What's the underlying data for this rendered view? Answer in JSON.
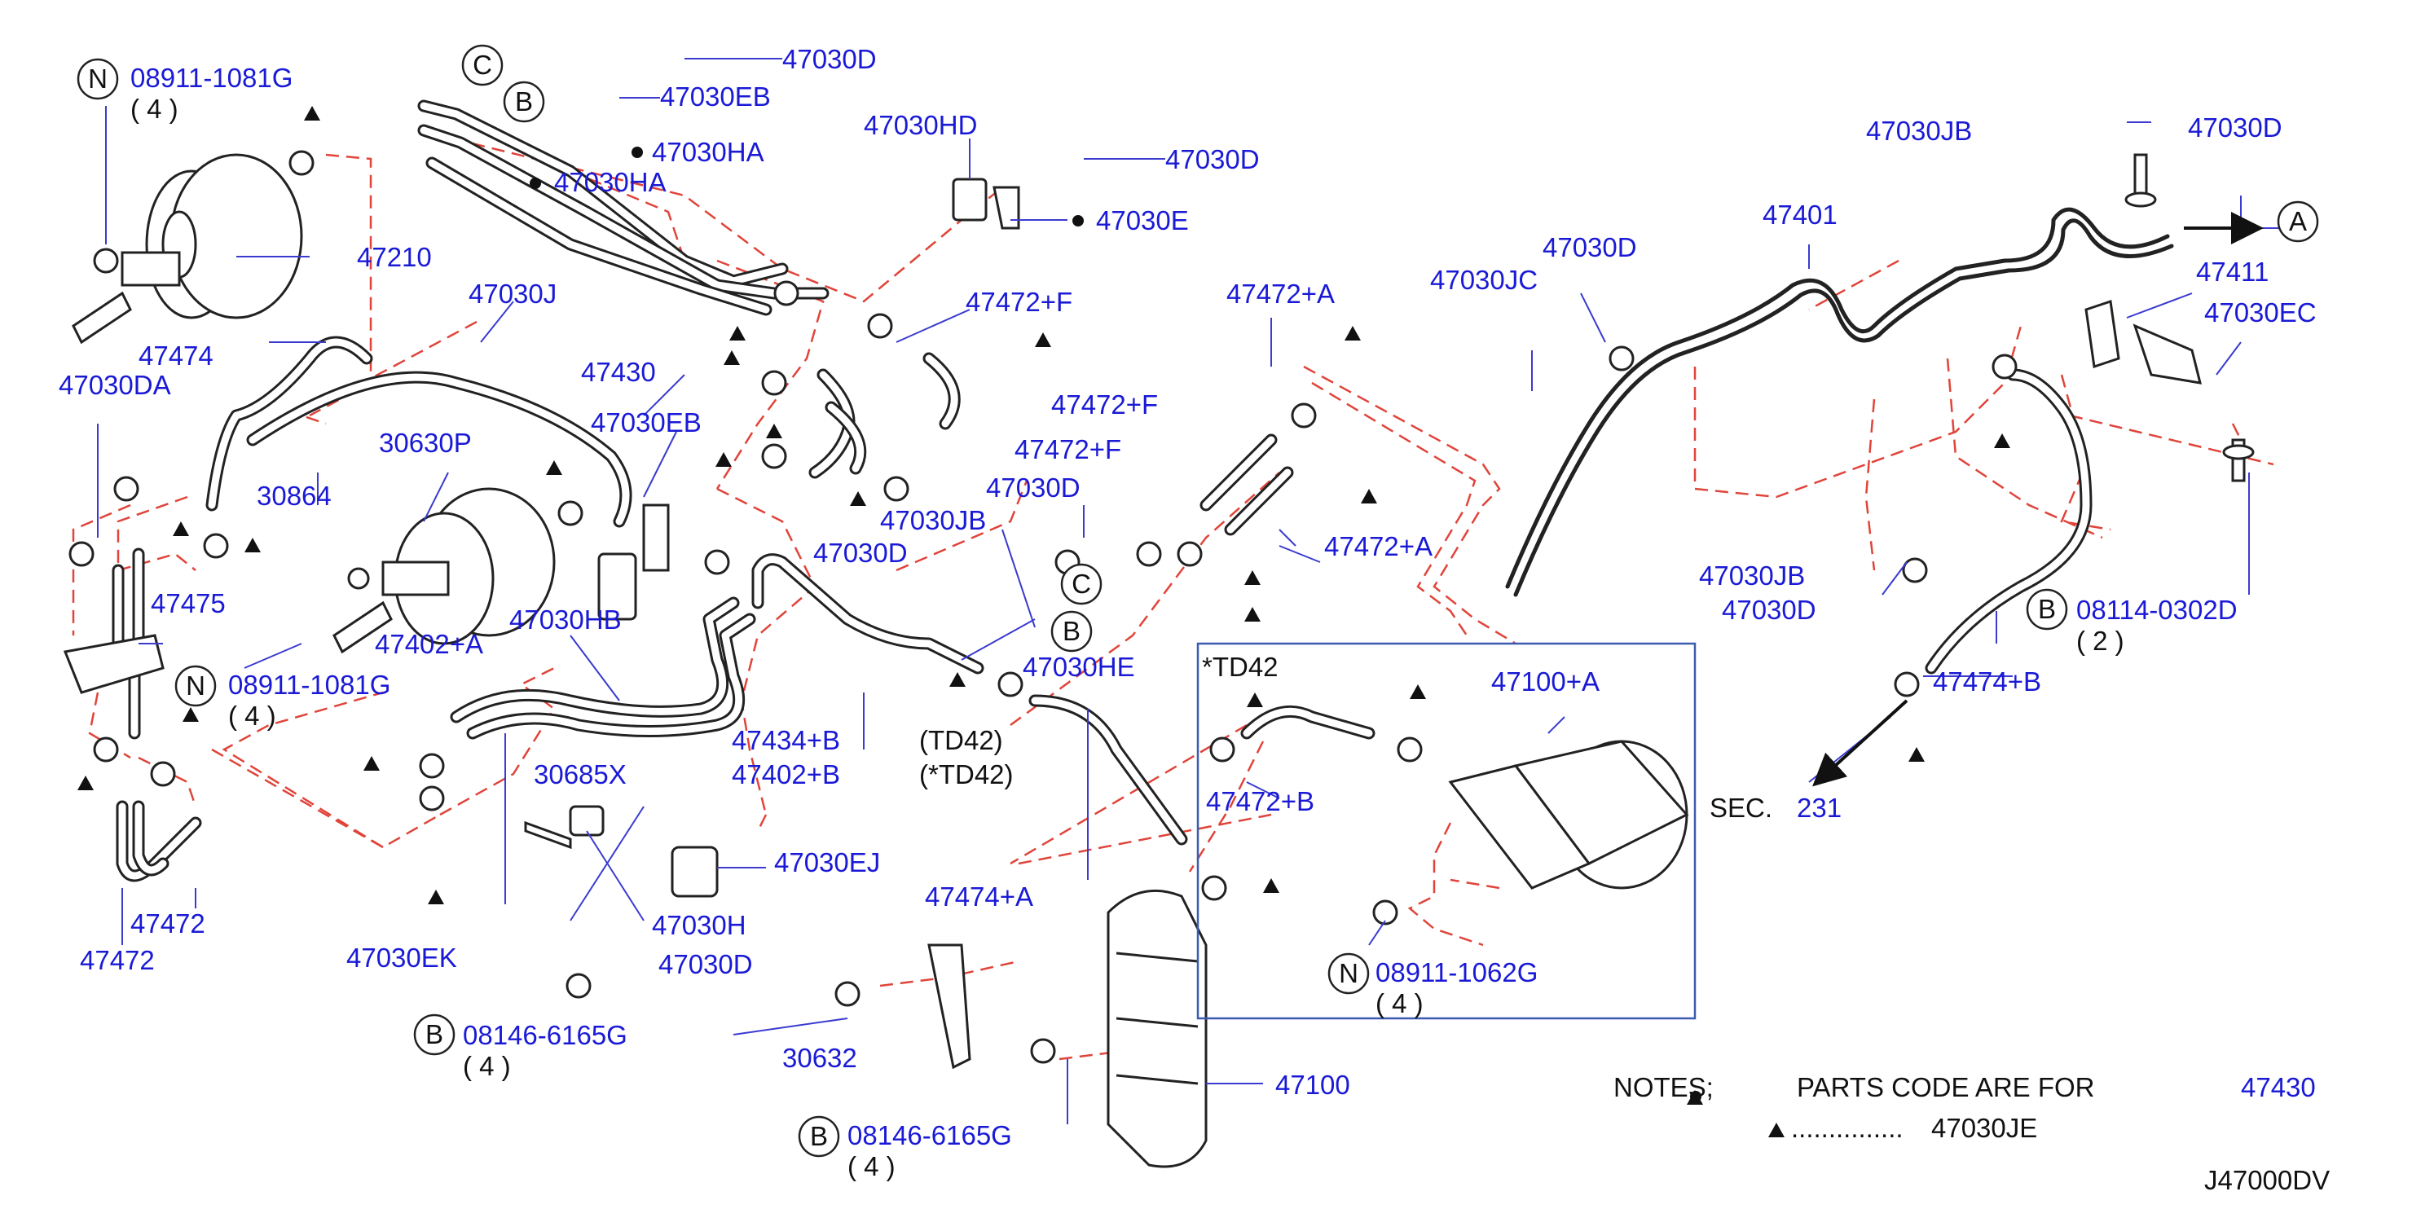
{
  "diagram_id": "J47000DV",
  "notes": {
    "heading": "NOTES;",
    "line1_text": "PARTS CODE ARE FOR",
    "line1_part": "47430",
    "line2_dots": "...............",
    "line2_part": "47030JE"
  },
  "inset_label": "*TD42",
  "section_ref": {
    "text": "SEC.",
    "number": "231"
  },
  "callouts": {
    "C": "C",
    "B": "B",
    "N": "N",
    "A": "A"
  },
  "quantities": {
    "q4": "( 4 )",
    "q2": "( 2 )"
  },
  "variant_labels": {
    "td42": "(TD42)",
    "star_td42": "(*TD42)"
  },
  "parts": {
    "p08911_1081G": "08911-1081G",
    "p47030D": "47030D",
    "p47030EB": "47030EB",
    "p47030HA": "47030HA",
    "p47030HD": "47030HD",
    "p47030E": "47030E",
    "p47030JB": "47030JB",
    "p47401": "47401",
    "p47030JC": "47030JC",
    "p47411": "47411",
    "p47030EC": "47030EC",
    "p47210": "47210",
    "p47030J": "47030J",
    "p47472F": "47472+F",
    "p47472A": "47472+A",
    "p47474": "47474",
    "p47430": "47430",
    "p47030DA": "47030DA",
    "p30630P": "30630P",
    "p30864": "30864",
    "p47475": "47475",
    "p47030HB": "47030HB",
    "p47402A": "47402+A",
    "p47434B": "47434+B",
    "p47402B": "47402+B",
    "p47030HE": "47030HE",
    "p30685X": "30685X",
    "p47472": "47472",
    "p47030EK": "47030EK",
    "p47030H": "47030H",
    "p47030EJ": "47030EJ",
    "p08146_6165G": "08146-6165G",
    "p30632": "30632",
    "p47474A": "47474+A",
    "p47472B": "47472+B",
    "p47100A": "47100+A",
    "p08911_1062G": "08911-1062G",
    "p47100": "47100",
    "p08114_0302D": "08114-0302D",
    "p47474B": "47474+B"
  }
}
